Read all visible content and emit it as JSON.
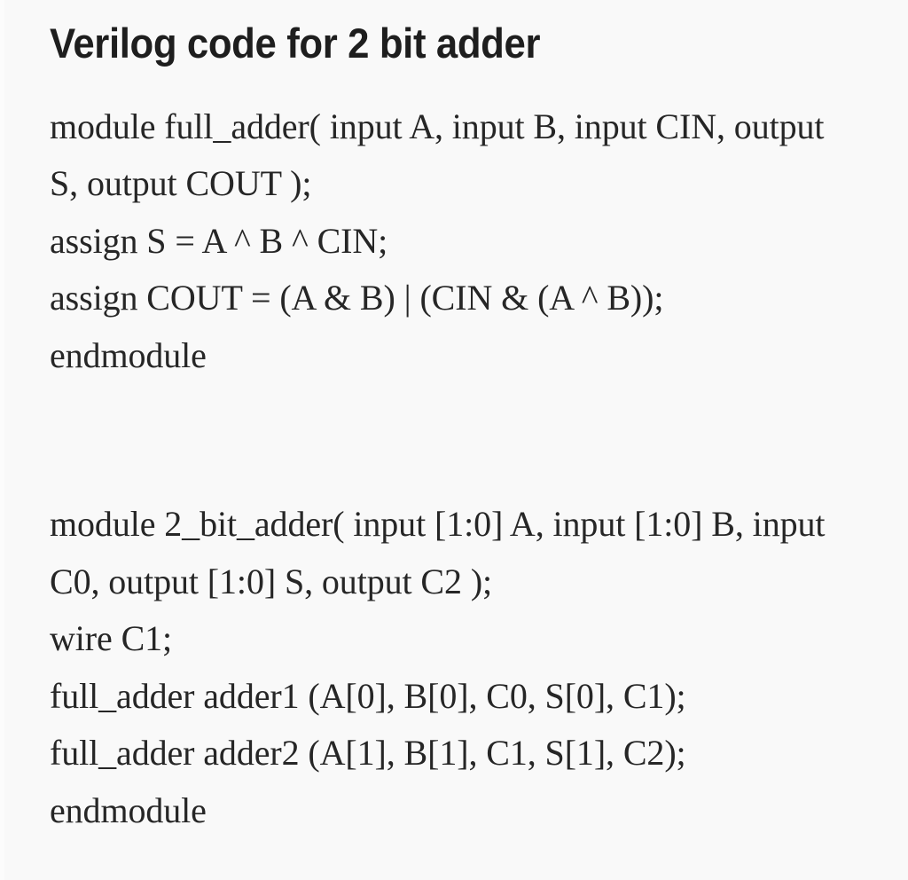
{
  "document": {
    "title": "Verilog code for 2 bit adder",
    "background_color": "#f9f9f9",
    "text_color": "#262626",
    "title_color": "#1e1e1e"
  },
  "code_blocks": [
    {
      "id": "full-adder-module",
      "lines": [
        "module full_adder( input A, input B, input CIN, output S, output COUT );",
        "assign S = A ^ B ^ CIN;",
        "assign COUT = (A & B) | (CIN & (A ^ B));",
        "endmodule"
      ]
    },
    {
      "id": "two-bit-adder-module",
      "lines": [
        "module 2_bit_adder( input [1:0] A, input [1:0] B, input C0, output [1:0] S, output C2 );",
        "wire C1;",
        "full_adder adder1 (A[0], B[0], C0, S[0], C1);",
        "full_adder adder2 (A[1], B[1], C1, S[1], C2);",
        "endmodule"
      ]
    }
  ]
}
